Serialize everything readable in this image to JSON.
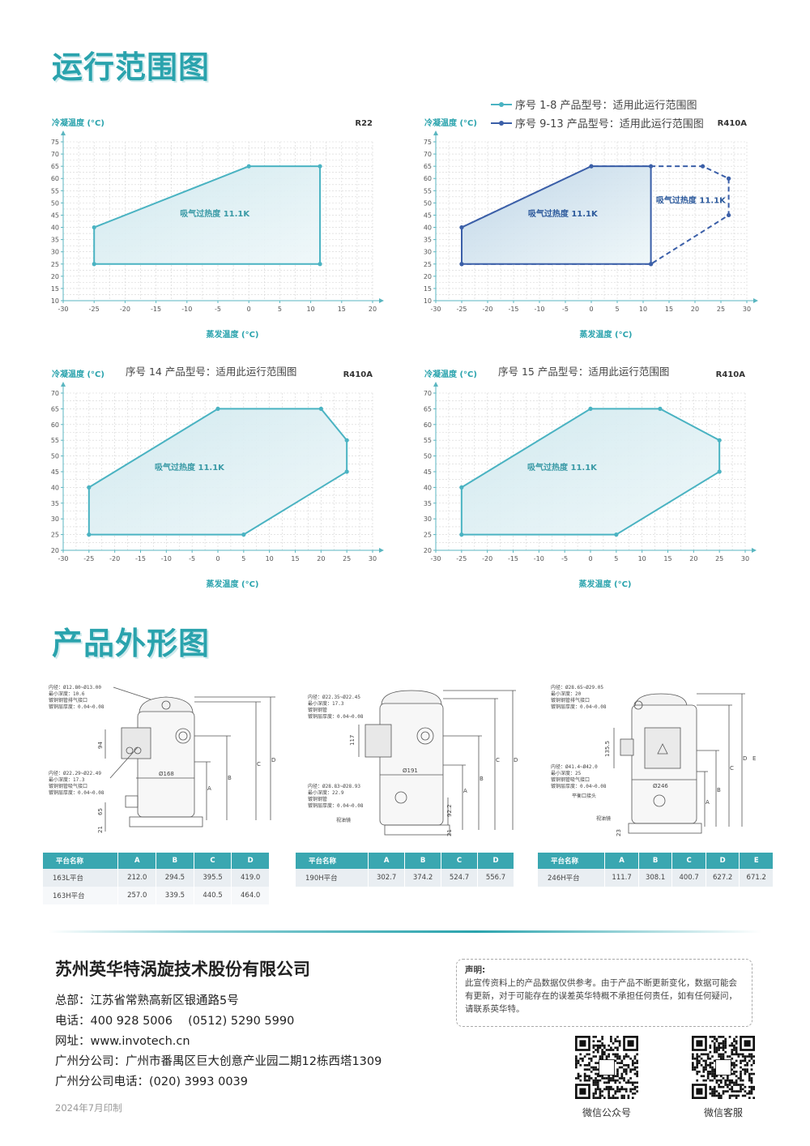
{
  "sections": {
    "range_title": "运行范围图",
    "outline_title": "产品外形图"
  },
  "legend": [
    {
      "label": "序号 1-8 产品型号：适用此运行范围图",
      "color": "#4ab3c2"
    },
    {
      "label": "序号 9-13 产品型号：适用此运行范围图",
      "color": "#3b5fa8"
    }
  ],
  "chart_data": [
    {
      "type": "area",
      "title": "",
      "refrigerant": "R22",
      "subtitle": "",
      "xlabel": "蒸发温度 (°C)",
      "ylabel": "冷凝温度 (°C)",
      "xlim": [
        -30,
        20
      ],
      "ylim": [
        10,
        75
      ],
      "xticks": [
        -30,
        -25,
        -20,
        -15,
        -10,
        -5,
        0,
        5,
        10,
        15,
        20
      ],
      "yticks": [
        10,
        15,
        20,
        25,
        30,
        35,
        40,
        45,
        50,
        55,
        60,
        65,
        70,
        75
      ],
      "annotation": "吸气过热度 11.1K",
      "series": [
        {
          "style": "solid",
          "color": "#4ab3c2",
          "x": [
            -25,
            0,
            11.5,
            11.5,
            -25
          ],
          "y": [
            40,
            65,
            65,
            25,
            25
          ]
        }
      ]
    },
    {
      "type": "area",
      "title": "",
      "refrigerant": "R410A",
      "subtitle": "",
      "xlabel": "蒸发温度 (°C)",
      "ylabel": "冷凝温度 (°C)",
      "xlim": [
        -30,
        30
      ],
      "ylim": [
        10,
        75
      ],
      "xticks": [
        -30,
        -25,
        -20,
        -15,
        -10,
        -5,
        0,
        5,
        10,
        15,
        20,
        25,
        30
      ],
      "yticks": [
        10,
        15,
        20,
        25,
        30,
        35,
        40,
        45,
        50,
        55,
        60,
        65,
        70,
        75
      ],
      "annotation": "吸气过热度 11.1K",
      "annotation2": "吸气过热度 11.1K",
      "series": [
        {
          "style": "solid",
          "color": "#3b5fa8",
          "x": [
            -25,
            0,
            11.5,
            11.5,
            -25
          ],
          "y": [
            40,
            65,
            65,
            25,
            25
          ]
        },
        {
          "style": "dashed",
          "color": "#3b5fa8",
          "x": [
            -25,
            0,
            21.5,
            26.5,
            26.5,
            11.5,
            -25
          ],
          "y": [
            40,
            65,
            65,
            60,
            45,
            25,
            25
          ]
        }
      ]
    },
    {
      "type": "area",
      "title": "",
      "refrigerant": "R410A",
      "subtitle": "序号 14 产品型号：适用此运行范围图",
      "xlabel": "蒸发温度 (°C)",
      "ylabel": "冷凝温度 (°C)",
      "xlim": [
        -30,
        30
      ],
      "ylim": [
        20,
        70
      ],
      "xticks": [
        -30,
        -25,
        -20,
        -15,
        -10,
        -5,
        0,
        5,
        10,
        15,
        20,
        25,
        30
      ],
      "yticks": [
        20,
        25,
        30,
        35,
        40,
        45,
        50,
        55,
        60,
        65,
        70
      ],
      "annotation": "吸气过热度 11.1K",
      "series": [
        {
          "style": "solid",
          "color": "#4ab3c2",
          "x": [
            -25,
            0,
            20,
            25,
            25,
            5,
            -25
          ],
          "y": [
            40,
            65,
            65,
            55,
            45,
            25,
            25
          ]
        }
      ]
    },
    {
      "type": "area",
      "title": "",
      "refrigerant": "R410A",
      "subtitle": "序号 15 产品型号：适用此运行范围图",
      "xlabel": "蒸发温度 (°C)",
      "ylabel": "冷凝温度 (°C)",
      "xlim": [
        -30,
        30
      ],
      "ylim": [
        20,
        70
      ],
      "xticks": [
        -30,
        -25,
        -20,
        -15,
        -10,
        -5,
        0,
        5,
        10,
        15,
        20,
        25,
        30
      ],
      "yticks": [
        20,
        25,
        30,
        35,
        40,
        45,
        50,
        55,
        60,
        65,
        70
      ],
      "annotation": "吸气过热度 11.1K",
      "series": [
        {
          "style": "solid",
          "color": "#4ab3c2",
          "x": [
            -25,
            0,
            13.5,
            25,
            25,
            5,
            -25
          ],
          "y": [
            40,
            65,
            65,
            55,
            45,
            25,
            25
          ]
        }
      ]
    }
  ],
  "drawings": [
    {
      "notes": [
        "内径：Ø12.80~Ø13.00",
        "最小深度：10.6",
        "镀铜钢管排气接口",
        "镀铜层厚度：0.04~0.08",
        "内径：Ø22.29~Ø22.49",
        "最小深度：17.3",
        "镀铜钢管吸气接口",
        "镀铜层厚度：0.04~0.08"
      ],
      "dims": [
        "Ø168",
        "A",
        "B",
        "C",
        "D",
        "94",
        "65",
        "21"
      ]
    },
    {
      "notes": [
        "内径：Ø22.35~Ø22.45",
        "最小深度：17.3",
        "镀铜钢管",
        "镀铜层厚度：0.04~0.08",
        "内径：Ø28.83~Ø28.93",
        "最小深度：22.9",
        "镀铜钢管",
        "镀铜层厚度：0.04~0.08",
        "视油镜"
      ],
      "dims": [
        "Ø191",
        "A",
        "B",
        "C",
        "D",
        "117",
        "92.2",
        "21"
      ]
    },
    {
      "notes": [
        "内径：Ø28.65~Ø29.05",
        "最小深度：20",
        "镀铜钢管排气接口",
        "镀铜层厚度：0.04~0.08",
        "内径：Ø41.4~Ø42.0",
        "最小深度：25",
        "镀铜钢管吸气接口",
        "镀铜层厚度：0.04~0.08",
        "平衡口接头",
        "视油镜"
      ],
      "dims": [
        "Ø246",
        "A",
        "B",
        "C",
        "D",
        "E",
        "135.5",
        "23"
      ]
    }
  ],
  "tables": [
    {
      "headers": [
        "平台名称",
        "A",
        "B",
        "C",
        "D"
      ],
      "rows": [
        [
          "163L平台",
          "212.0",
          "294.5",
          "395.5",
          "419.0"
        ],
        [
          "163H平台",
          "257.0",
          "339.5",
          "440.5",
          "464.0"
        ]
      ]
    },
    {
      "headers": [
        "平台名称",
        "A",
        "B",
        "C",
        "D"
      ],
      "rows": [
        [
          "190H平台",
          "302.7",
          "374.2",
          "524.7",
          "556.7"
        ]
      ]
    },
    {
      "headers": [
        "平台名称",
        "A",
        "B",
        "C",
        "D",
        "E"
      ],
      "rows": [
        [
          "246H平台",
          "111.7",
          "308.1",
          "400.7",
          "627.2",
          "671.2"
        ]
      ]
    }
  ],
  "company": {
    "name": "苏州英华特涡旋技术股份有限公司",
    "hq": "总部：江苏省常熟高新区银通路5号",
    "phone": "电话：400 928 5006　 (0512) 5290 5990",
    "website": "网址：www.invotech.cn",
    "gz_branch": "广州分公司：广州市番禺区巨大创意产业园二期12栋西塔1309",
    "gz_phone": "广州分公司电话：(020) 3993 0039",
    "print_date": "2024年7月印制"
  },
  "notice": {
    "title": "声明:",
    "body": "此宣传资料上的产品数据仅供参考。由于产品不断更新变化，数据可能会有更新，对于可能存在的误差英华特概不承担任何责任，如有任何疑问，请联系英华特。"
  },
  "qr": [
    {
      "label": "微信公众号"
    },
    {
      "label": "微信客服"
    }
  ]
}
